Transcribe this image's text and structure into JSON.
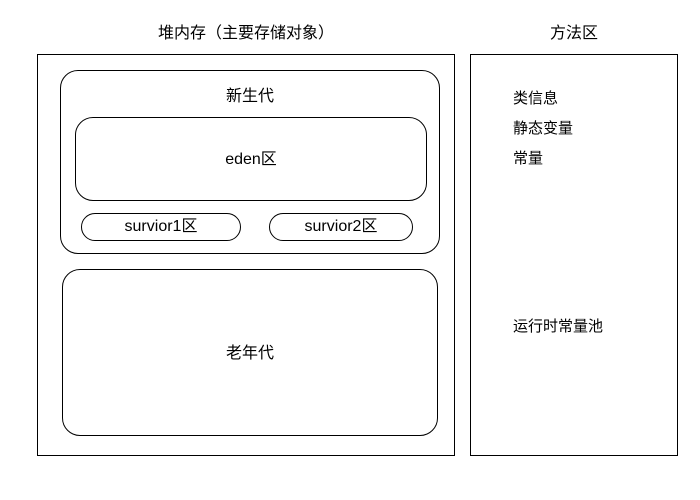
{
  "diagram": {
    "title_heap": "堆内存（主要存储对象）",
    "title_method_area": "方法区",
    "heap": {
      "young_generation": {
        "label": "新生代",
        "eden": {
          "label": "eden区"
        },
        "survivors": [
          {
            "label": "survior1区"
          },
          {
            "label": "survior2区"
          }
        ]
      },
      "old_generation": {
        "label": "老年代"
      }
    },
    "method_area": {
      "items": [
        {
          "label": "类信息"
        },
        {
          "label": "静态变量"
        },
        {
          "label": "常量"
        }
      ],
      "runtime_constant_pool": {
        "label": "运行时常量池"
      }
    },
    "colors": {
      "stroke": "#000000",
      "background": "#ffffff",
      "text": "#000000"
    }
  }
}
